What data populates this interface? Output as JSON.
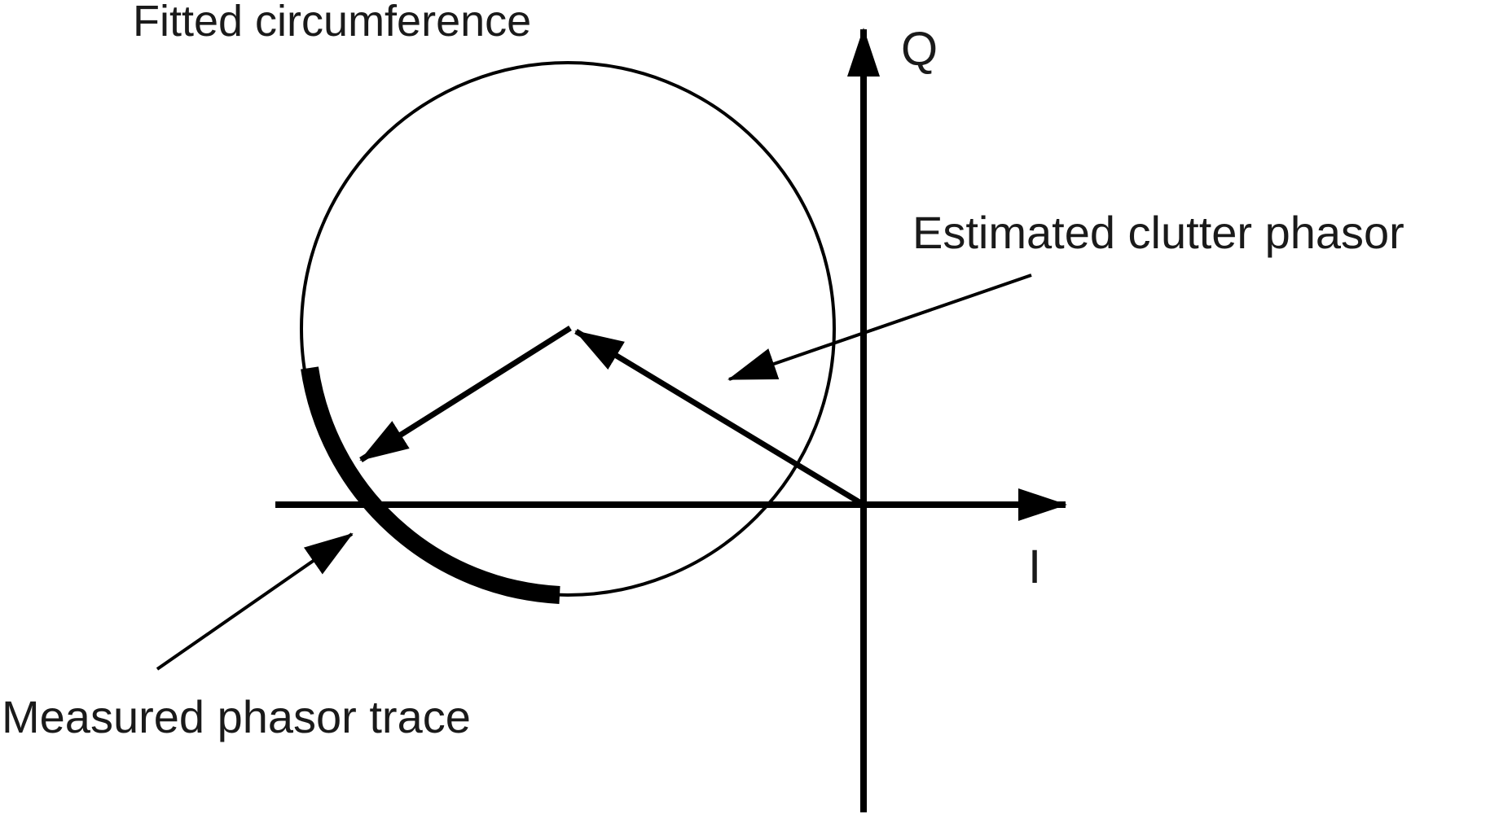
{
  "labels": {
    "fitted": "Fitted circumference",
    "clutter": "Estimated clutter phasor",
    "measured": "Measured phasor trace",
    "q_axis": "Q",
    "i_axis": "I"
  },
  "colors": {
    "ink": "#000000",
    "background": "#ffffff"
  }
}
